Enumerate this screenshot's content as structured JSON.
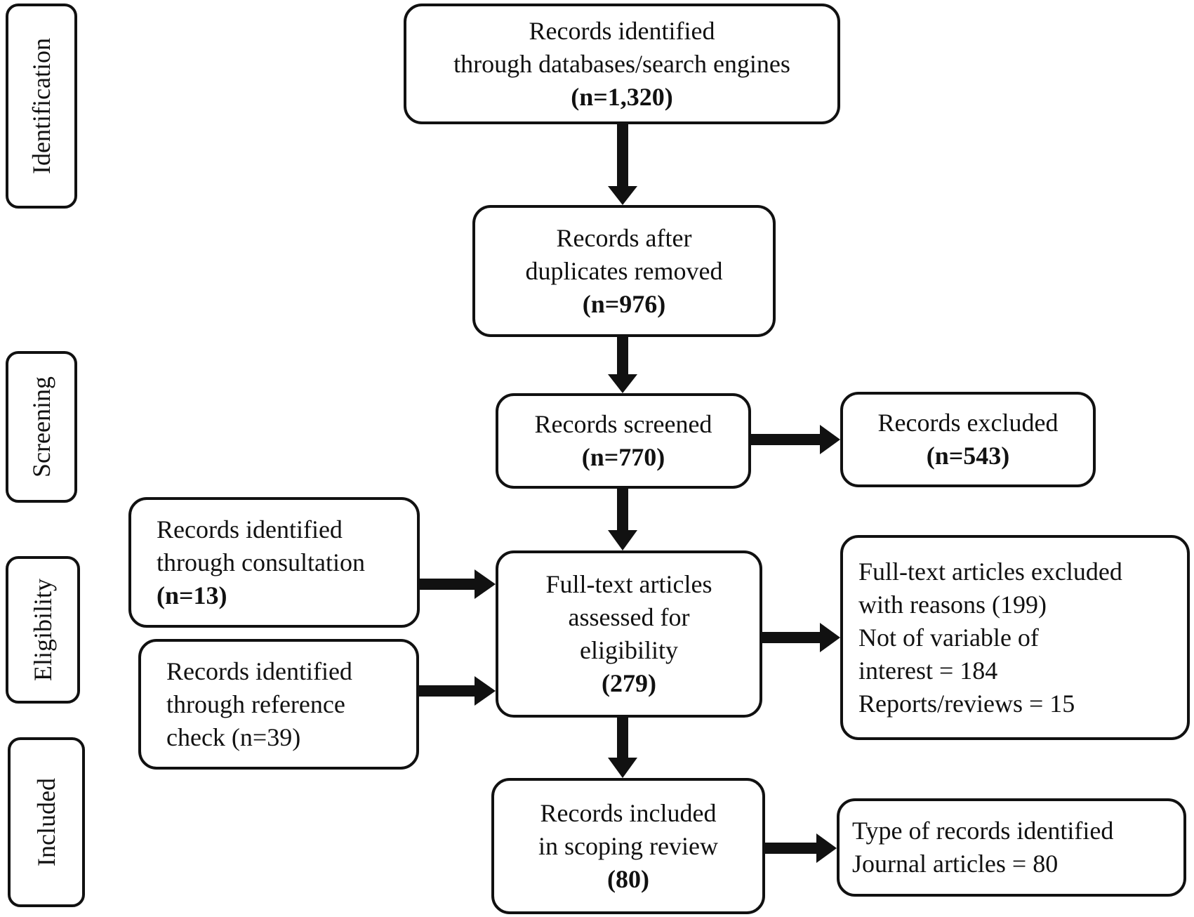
{
  "stages": {
    "identification": "Identification",
    "screening": "Screening",
    "eligibility": "Eligibility",
    "included": "Included"
  },
  "boxes": {
    "identified": [
      "Records identified",
      "through databases/search engines",
      "(n=1,320)"
    ],
    "dedup": [
      "Records after",
      "duplicates removed",
      "(n=976)"
    ],
    "screened": [
      "Records screened",
      "(n=770)"
    ],
    "excluded": [
      "Records excluded",
      "(n=543)"
    ],
    "consultation": [
      "Records identified",
      "through consultation",
      "(n=13)"
    ],
    "reference": [
      "Records identified",
      "through reference",
      "check (n=39)"
    ],
    "fulltext": [
      "Full-text articles",
      "assessed for",
      "eligibility",
      "(279)"
    ],
    "fulltext_excluded": [
      "Full-text articles excluded",
      "with reasons (199)",
      "Not of variable of",
      "interest = 184",
      "Reports/reviews = 15"
    ],
    "included": [
      "Records included",
      "in scoping review",
      "(80)"
    ],
    "types": [
      "Type of records identified",
      "Journal articles = 80"
    ]
  }
}
